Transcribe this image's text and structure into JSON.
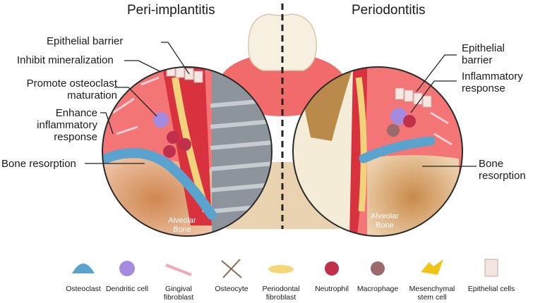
{
  "titles": {
    "left": "Peri-implantitis",
    "right": "Periodontitis"
  },
  "left_labels": {
    "epithelial_barrier": "Epithelial barrier",
    "inhibit_mineralization": "Inhibit mineralization",
    "promote_osteoclast": [
      "Promote osteoclast",
      "maturation"
    ],
    "enhance_inflammatory": [
      "Enhance",
      "inflammatory",
      "response"
    ],
    "bone_resorption": "Bone resorption",
    "alveolar_bone": [
      "Alveolar",
      "Bone"
    ]
  },
  "right_labels": {
    "epithelial_barrier": [
      "Epithelial",
      "barrier"
    ],
    "inflammatory_response": [
      "Inflammatory",
      "response"
    ],
    "bone_resorption": [
      "Bone",
      "resorption"
    ],
    "alveolar_bone": [
      "Alveolar",
      "Bone"
    ]
  },
  "legend": [
    {
      "icon": "osteoclast-icon",
      "lines": [
        "Osteoclast"
      ]
    },
    {
      "icon": "dendritic-cell-icon",
      "lines": [
        "Dendritic cell"
      ]
    },
    {
      "icon": "gingival-fibroblast-icon",
      "lines": [
        "Gingival",
        "fibroblast"
      ]
    },
    {
      "icon": "osteocyte-icon",
      "lines": [
        "Osteocyte"
      ]
    },
    {
      "icon": "periodontal-fibroblast-icon",
      "lines": [
        "Periodontal",
        "fibroblast"
      ]
    },
    {
      "icon": "neutrophil-icon",
      "lines": [
        "Neutrophil"
      ]
    },
    {
      "icon": "macrophage-icon",
      "lines": [
        "Macrophage"
      ]
    },
    {
      "icon": "mesenchymal-stem-cell-icon",
      "lines": [
        "Mesenchymal",
        "stem cell"
      ]
    },
    {
      "icon": "epithelial-cells-icon",
      "lines": [
        "Epithelial cells"
      ]
    }
  ],
  "colors": {
    "gum": "#e8424f",
    "tissue": "#f26b6b",
    "bone": "#e9c8a0",
    "tooth": "#f5ecd8",
    "plaque": "#b98a4a",
    "implant": "#9aa1a8",
    "osteoclast": "#5aa3cf",
    "dendritic": "#a58be0",
    "neutrophil": "#c0304a",
    "macrophage": "#9c6a6a",
    "fibroblast": "#f4d77a",
    "msc": "#f0c419"
  }
}
